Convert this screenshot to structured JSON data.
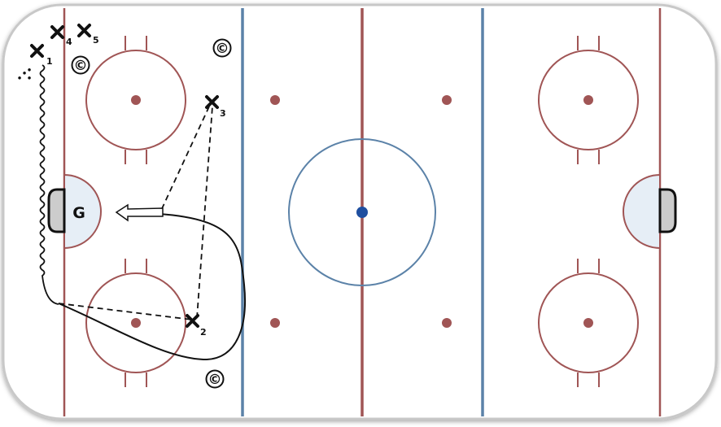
{
  "colors": {
    "red_line": "#a05555",
    "blue_line": "#5b82a8",
    "center_dot": "#1f4fa0",
    "crease_fill": "#e6eef6",
    "net_fill": "#cccccc",
    "ink": "#111111"
  },
  "players": [
    {
      "id": "player-1",
      "number": "1"
    },
    {
      "id": "player-2",
      "number": "2"
    },
    {
      "id": "player-3",
      "number": "3"
    },
    {
      "id": "player-4",
      "number": "4"
    },
    {
      "id": "player-5",
      "number": "5"
    }
  ],
  "goalie": {
    "label": "G"
  },
  "coach": {
    "symbol": "©"
  }
}
